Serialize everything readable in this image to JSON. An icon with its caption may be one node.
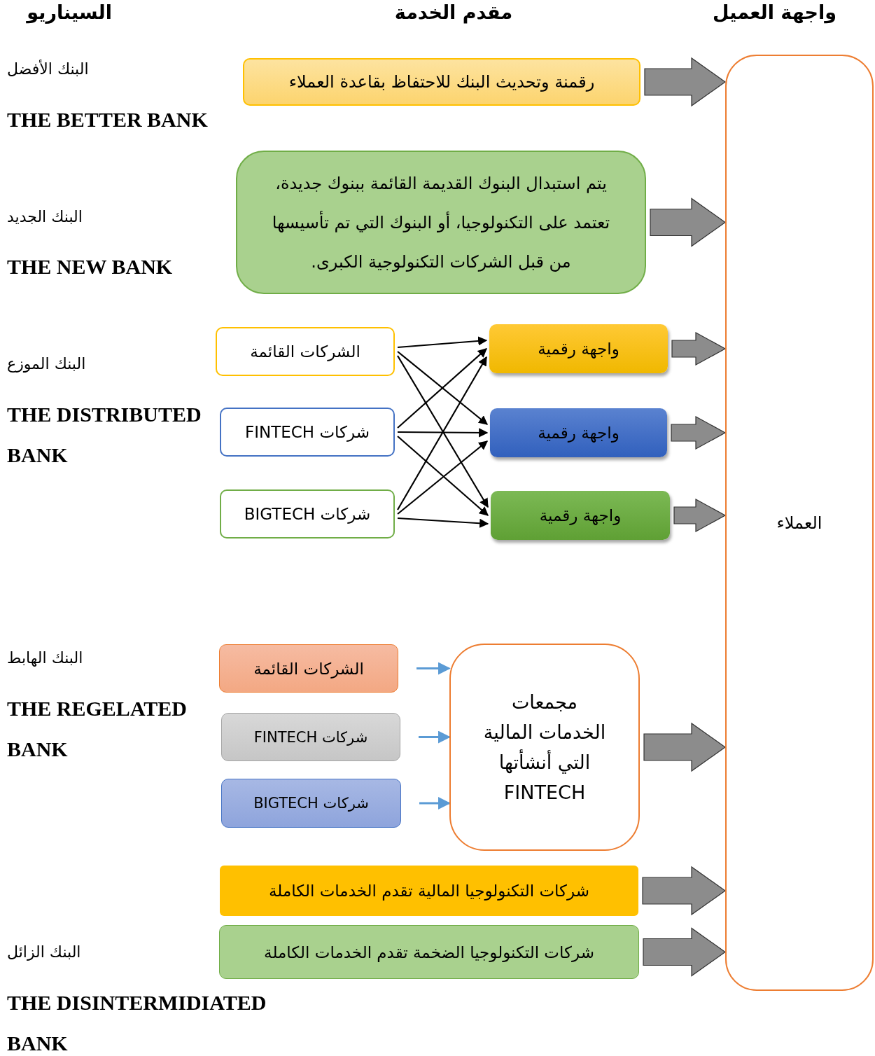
{
  "diagram": {
    "nodes": [
      {
        "text": [
          "رقمنة وتحديث البنك للاحتفاظ بقاعدة العملاء"
        ]
      },
      {
        "text": [
          "يتم استبدال البنوك القديمة القائمة ببنوك جديدة، تعتمد على التكنولوجيا، أو البنوك التي تم تأسيسها من قبل الشركات التكنولوجية الكبرى."
        ]
      },
      {
        "text": [
          "الشركات القائمة"
        ]
      },
      {
        "text": [
          "شركات FINTECH"
        ]
      },
      {
        "text": [
          "شركات BIGTECH"
        ]
      },
      {
        "text": [
          "واجهة رقمية"
        ]
      },
      {
        "text": [
          "واجهة رقمية"
        ]
      },
      {
        "text": [
          "واجهة رقمية"
        ]
      },
      {
        "text": [
          "الشركات القائمة"
        ]
      },
      {
        "text": [
          "شركات FINTECH"
        ]
      },
      {
        "text": [
          "شركات BIGTECH"
        ]
      },
      {
        "text": [
          "مجمعات الخدمات المالية التي أنشأتها FINTECH"
        ]
      },
      {
        "text": [
          "شركات التكنولوجيا المالية تقدم الخدمات الكاملة"
        ]
      },
      {
        "text": [
          "شركات التكنولوجيا الضخمة تقدم الخدمات الكاملة"
        ]
      },
      {
        "text": [
          "العملاء"
        ]
      }
    ],
    "edges": [
      {
        "from": 0,
        "to": 14,
        "arrow": "to",
        "style": "thick"
      },
      {
        "from": 1,
        "to": 14,
        "arrow": "to",
        "style": "thick"
      },
      {
        "from": 2,
        "to": 5,
        "arrow": "to"
      },
      {
        "from": 2,
        "to": 6,
        "arrow": "to"
      },
      {
        "from": 2,
        "to": 7,
        "arrow": "to"
      },
      {
        "from": 3,
        "to": 5,
        "arrow": "to"
      },
      {
        "from": 3,
        "to": 6,
        "arrow": "to"
      },
      {
        "from": 3,
        "to": 7,
        "arrow": "to"
      },
      {
        "from": 4,
        "to": 5,
        "arrow": "to"
      },
      {
        "from": 4,
        "to": 6,
        "arrow": "to"
      },
      {
        "from": 4,
        "to": 7,
        "arrow": "to"
      },
      {
        "from": 5,
        "to": 14,
        "arrow": "to",
        "style": "thick"
      },
      {
        "from": 6,
        "to": 14,
        "arrow": "to",
        "style": "thick"
      },
      {
        "from": 7,
        "to": 14,
        "arrow": "to",
        "style": "thick"
      },
      {
        "from": 8,
        "to": 11,
        "arrow": "to",
        "color": "#5b9bd5"
      },
      {
        "from": 9,
        "to": 11,
        "arrow": "to",
        "color": "#5b9bd5"
      },
      {
        "from": 10,
        "to": 11,
        "arrow": "to",
        "color": "#5b9bd5"
      },
      {
        "from": 11,
        "to": 14,
        "arrow": "to",
        "style": "thick"
      },
      {
        "from": 12,
        "to": 14,
        "arrow": "to",
        "style": "thick"
      },
      {
        "from": 13,
        "to": 14,
        "arrow": "to",
        "style": "thick"
      }
    ],
    "labels": [
      "واجهة العميل",
      "مقدم الخدمة",
      "السيناريو",
      "البنك الأفضل",
      "THE BETTER BANK",
      "البنك الجديد",
      "THE NEW BANK",
      "البنك الموزع",
      "THE DISTRIBUTED BANK",
      "البنك الهابط",
      "THE REGELATED BANK",
      "البنك الزائل",
      "THE DISINTERMIDIATED BANK"
    ]
  }
}
